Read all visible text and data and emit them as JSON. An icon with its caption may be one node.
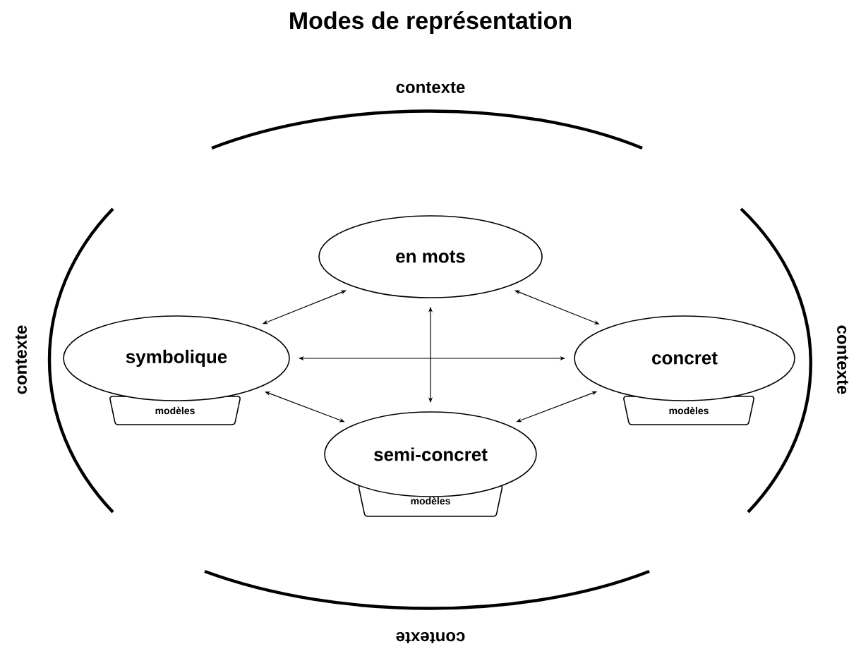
{
  "diagram": {
    "title": "Modes de représentation",
    "nodes": [
      {
        "text": [
          "en mots"
        ]
      },
      {
        "text": [
          "symbolique"
        ]
      },
      {
        "text": [
          "concret"
        ]
      },
      {
        "text": [
          "semi-concret"
        ]
      },
      {
        "text": [
          "modèles"
        ]
      },
      {
        "text": [
          "modèles"
        ]
      },
      {
        "text": [
          "modèles"
        ]
      }
    ],
    "edges": [
      {
        "from": 0,
        "to": 1,
        "arrow": "both"
      },
      {
        "from": 0,
        "to": 2,
        "arrow": "both"
      },
      {
        "from": 1,
        "to": 2,
        "arrow": "both"
      },
      {
        "from": 0,
        "to": 3,
        "arrow": "both"
      },
      {
        "from": 1,
        "to": 3,
        "arrow": "both"
      },
      {
        "from": 2,
        "to": 3,
        "arrow": "both"
      }
    ],
    "labels": [
      "contexte",
      "contexte",
      "contexte",
      "contexte"
    ]
  }
}
